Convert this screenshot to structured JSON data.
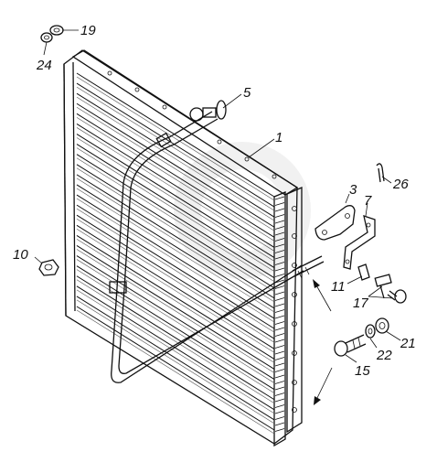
{
  "figure": {
    "callouts": [
      {
        "id": "c1",
        "label": "1"
      },
      {
        "id": "c3",
        "label": "3"
      },
      {
        "id": "c5",
        "label": "5"
      },
      {
        "id": "c7",
        "label": "7"
      },
      {
        "id": "c10",
        "label": "10"
      },
      {
        "id": "c11",
        "label": "11"
      },
      {
        "id": "c15",
        "label": "15"
      },
      {
        "id": "c17",
        "label": "17"
      },
      {
        "id": "c19",
        "label": "19"
      },
      {
        "id": "c21",
        "label": "21"
      },
      {
        "id": "c22",
        "label": "22"
      },
      {
        "id": "c24",
        "label": "24"
      },
      {
        "id": "c26",
        "label": "26"
      }
    ],
    "colors": {
      "ink": "#111111",
      "paper": "#ffffff",
      "watermark": "#d8d8d8"
    }
  }
}
